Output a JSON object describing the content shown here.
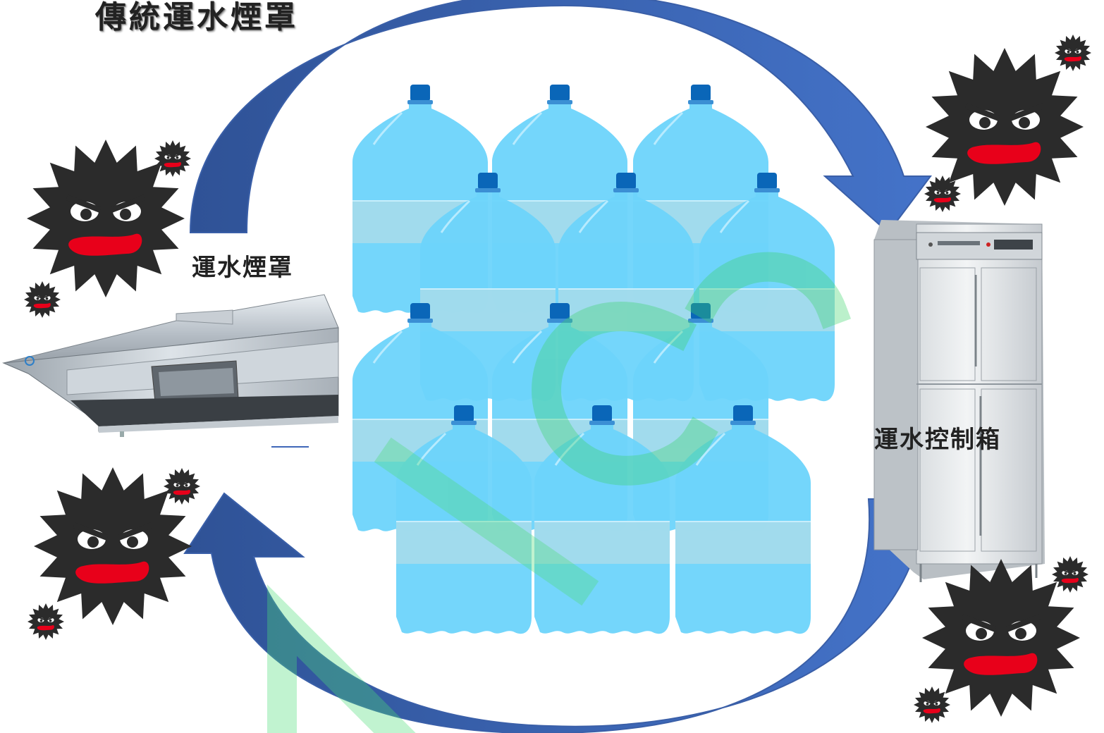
{
  "title": "傳統運水煙罩",
  "labels": {
    "hood": "運水煙罩",
    "control_box": "運水控制箱"
  },
  "colors": {
    "arrow": "#3f67b8",
    "arrow_dark": "#2d4e92",
    "bottle": "#6dd4fb",
    "bottle_band": "#a9dcea",
    "bottle_cap": "#0a66b8",
    "germ": "#2b2b2b",
    "germ_mouth": "#e8001a",
    "watermark": "#3bd36b"
  },
  "icons": {
    "germ": "germ-icon",
    "bottle": "water-bottle-icon",
    "hood": "range-hood-icon",
    "cabinet": "control-box-icon",
    "arrow": "cycle-arrow-icon"
  }
}
